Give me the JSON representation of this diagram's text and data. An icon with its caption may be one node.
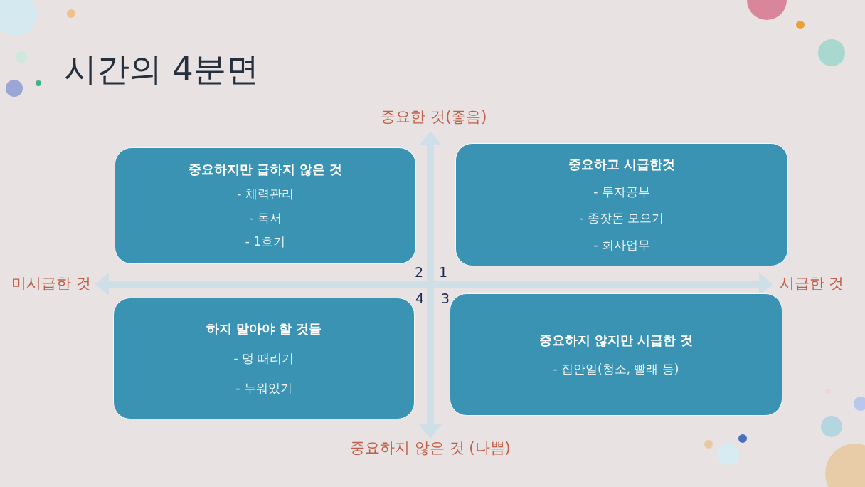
{
  "diagram": {
    "title": "시간의 4분면",
    "nodes": [
      {
        "text": [
          "중요하지만 급하지 않은 것",
          "- 체력관리",
          "- 독서",
          "- 1호기"
        ]
      },
      {
        "text": [
          "중요하고 시급한것",
          "- 투자공부",
          "- 종잣돈 모으기",
          "- 회사업무"
        ]
      },
      {
        "text": [
          "하지 말아야 할 것들",
          "- 멍 때리기",
          "- 누워있기"
        ]
      },
      {
        "text": [
          "중요하지 않지만 시급한 것",
          "- 집안일(청소, 빨래 등)"
        ]
      }
    ],
    "labels": [
      "중요한 것(좋음)",
      "2",
      "1",
      "미시급한 것",
      "시급한 것",
      "4",
      "3",
      "중요하지 않은 것 (나쁨)"
    ]
  }
}
